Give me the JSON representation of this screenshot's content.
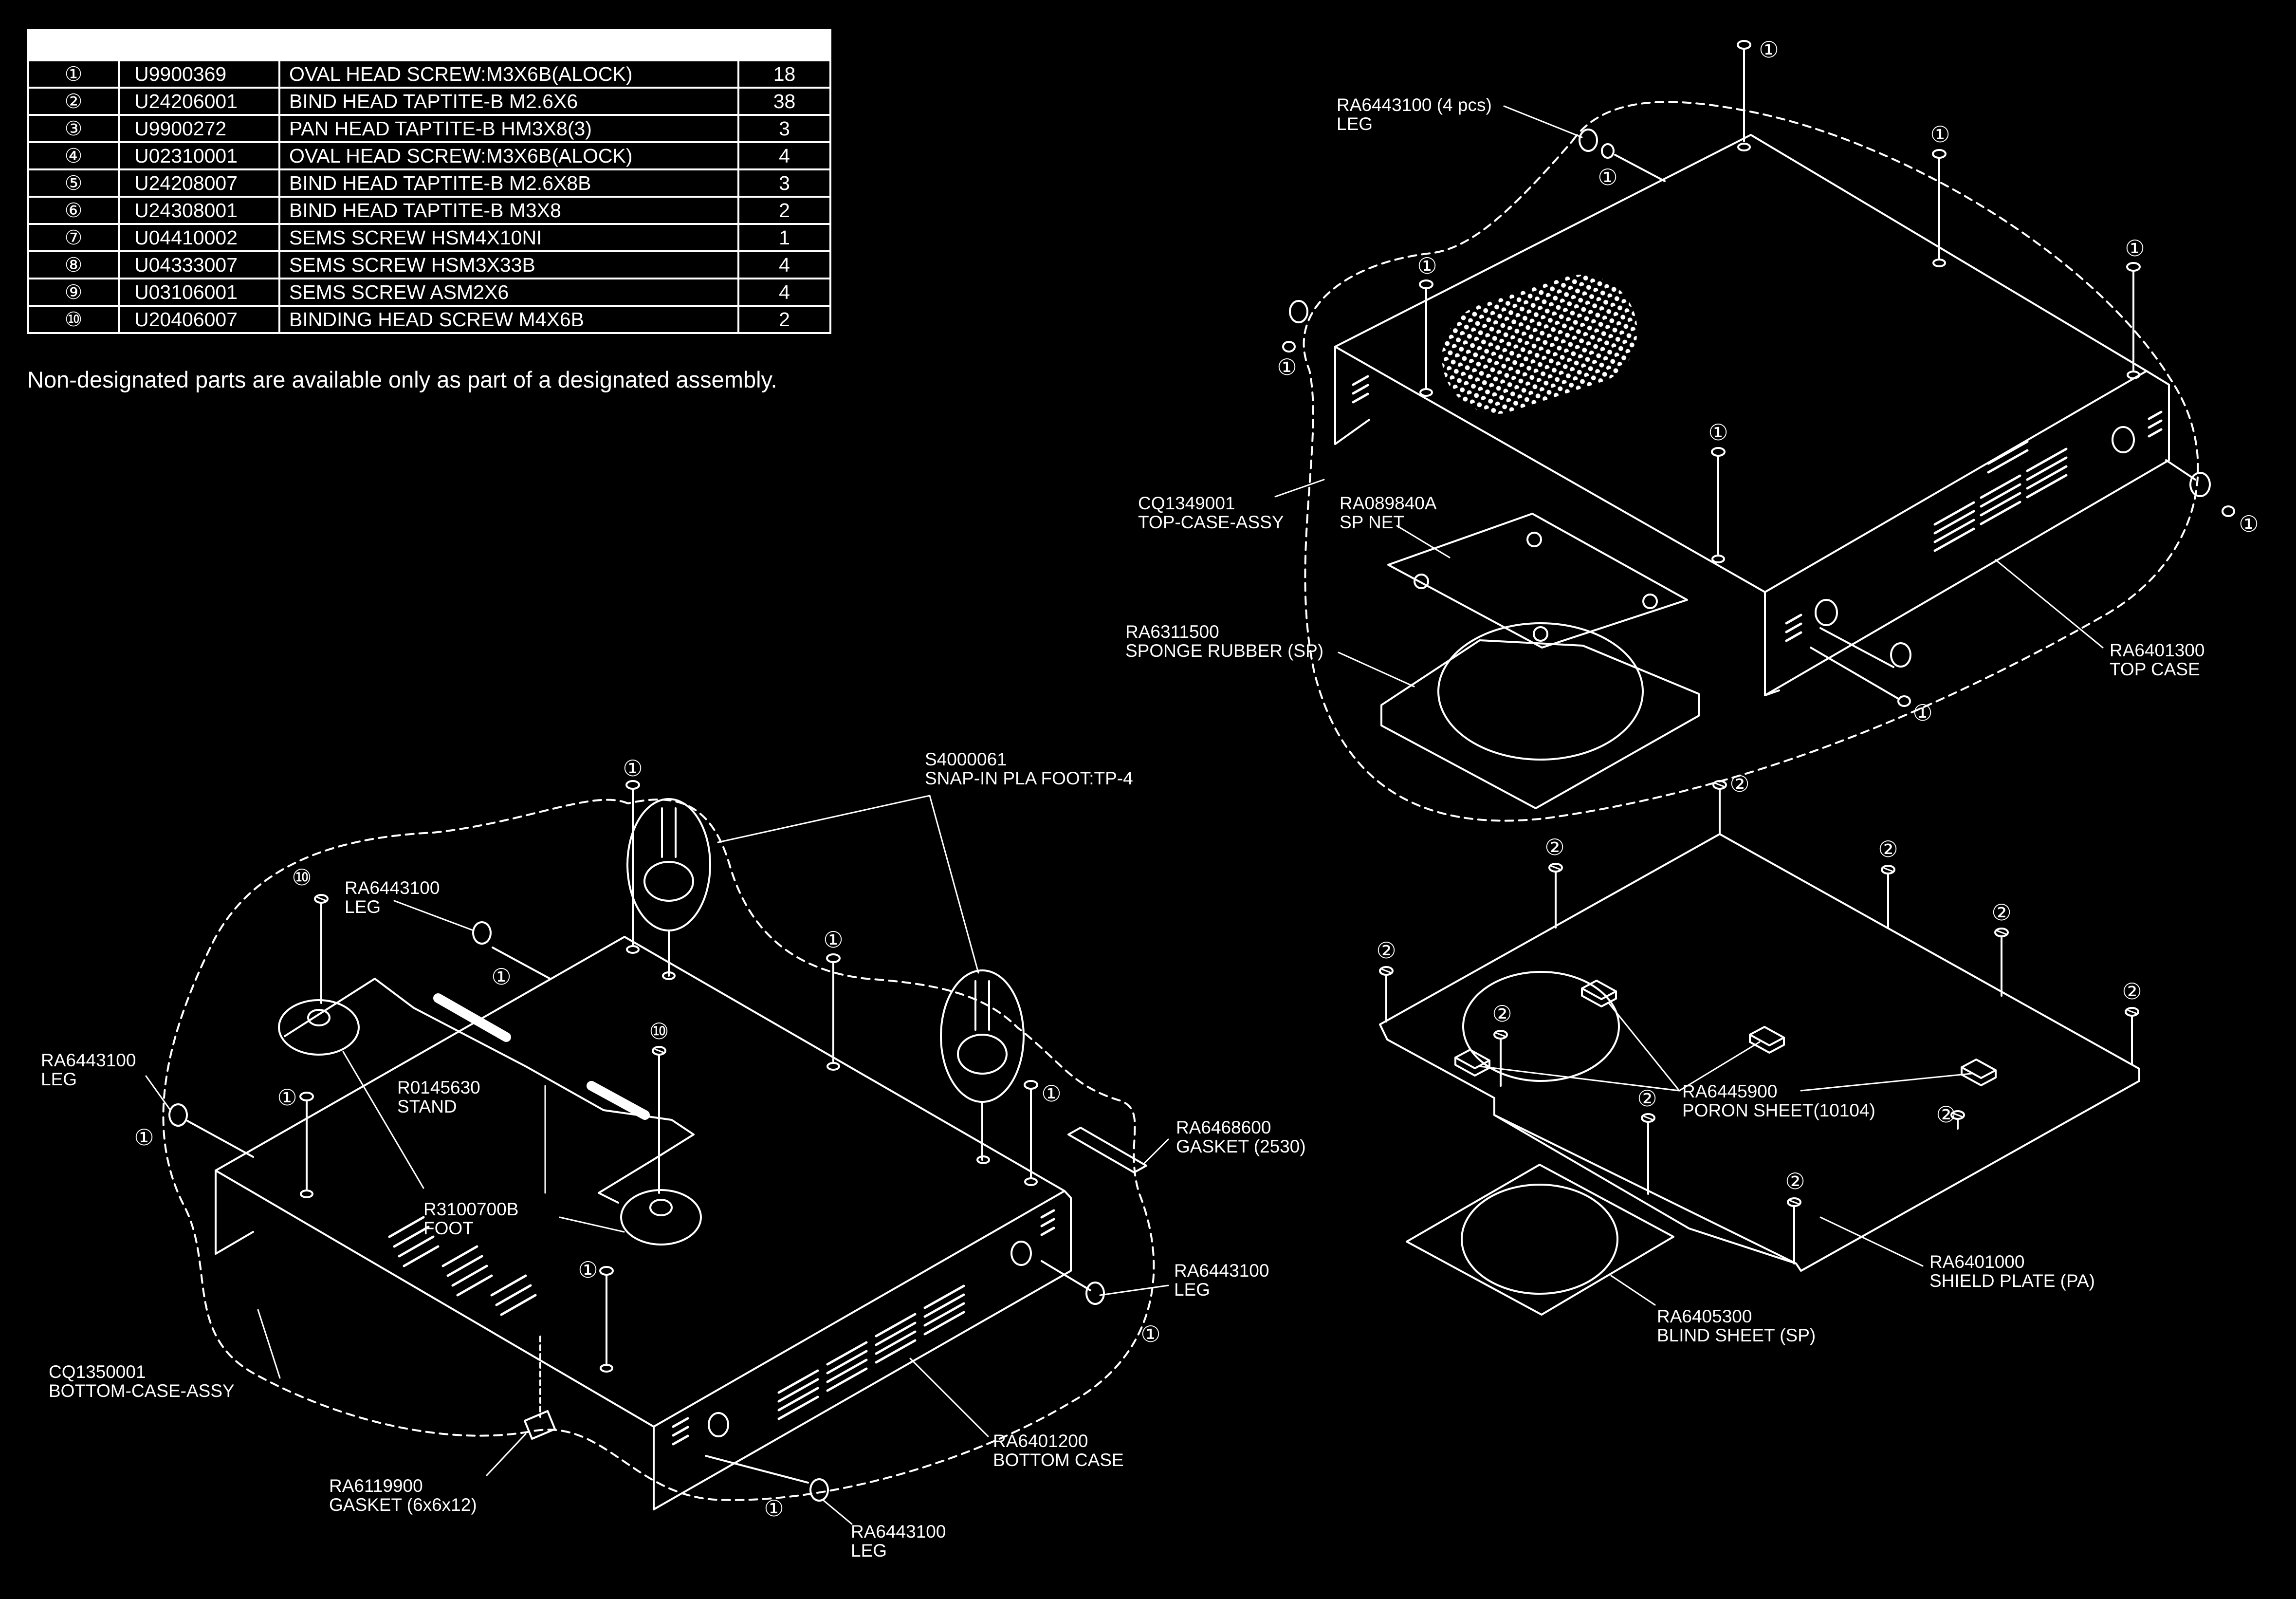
{
  "parts_table": {
    "rows": [
      {
        "no": "①",
        "code": "U9900369",
        "desc": "OVAL HEAD SCREW:M3X6B(ALOCK)",
        "qty": "18"
      },
      {
        "no": "②",
        "code": "U24206001",
        "desc": "BIND HEAD TAPTITE-B M2.6X6",
        "qty": "38"
      },
      {
        "no": "③",
        "code": "U9900272",
        "desc": "PAN HEAD TAPTITE-B HM3X8(3)",
        "qty": "3"
      },
      {
        "no": "④",
        "code": "U02310001",
        "desc": "OVAL HEAD SCREW:M3X6B(ALOCK)",
        "qty": "4"
      },
      {
        "no": "⑤",
        "code": "U24208007",
        "desc": "BIND HEAD TAPTITE-B M2.6X8B",
        "qty": "3"
      },
      {
        "no": "⑥",
        "code": "U24308001",
        "desc": "BIND HEAD TAPTITE-B M3X8",
        "qty": "2"
      },
      {
        "no": "⑦",
        "code": "U04410002",
        "desc": "SEMS SCREW HSM4X10NI",
        "qty": "1"
      },
      {
        "no": "⑧",
        "code": "U04333007",
        "desc": "SEMS SCREW HSM3X33B",
        "qty": "4"
      },
      {
        "no": "⑨",
        "code": "U03106001",
        "desc": "SEMS SCREW ASM2X6",
        "qty": "4"
      },
      {
        "no": "⑩",
        "code": "U20406007",
        "desc": "BINDING HEAD SCREW M4X6B",
        "qty": "2"
      }
    ]
  },
  "note": "Non-designated parts are available only as part of a designated assembly.",
  "labels": {
    "leg_4pcs": {
      "code": "RA6443100 (4 pcs)",
      "name": "LEG"
    },
    "top_case_assy": {
      "code": "CQ1349001",
      "name": "TOP-CASE-ASSY"
    },
    "sp_net": {
      "code": "RA089840A",
      "name": "SP NET"
    },
    "sponge_rubber": {
      "code": "RA6311500",
      "name": "SPONGE RUBBER (SP)"
    },
    "top_case": {
      "code": "RA6401300",
      "name": "TOP CASE"
    },
    "snap_in_foot": {
      "code": "S4000061",
      "name": "SNAP-IN PLA FOOT:TP-4"
    },
    "leg_top_left": {
      "code": "RA6443100",
      "name": "LEG"
    },
    "leg_left": {
      "code": "RA6443100",
      "name": "LEG"
    },
    "stand": {
      "code": "R0145630",
      "name": "STAND"
    },
    "foot": {
      "code": "R3100700B",
      "name": "FOOT"
    },
    "gasket_2530": {
      "code": "RA6468600",
      "name": "GASKET (2530)"
    },
    "leg_right": {
      "code": "RA6443100",
      "name": "LEG"
    },
    "bottom_case_assy": {
      "code": "CQ1350001",
      "name": "BOTTOM-CASE-ASSY"
    },
    "bottom_case": {
      "code": "RA6401200",
      "name": "BOTTOM CASE"
    },
    "gasket_6x6x12": {
      "code": "RA6119900",
      "name": "GASKET (6x6x12)"
    },
    "leg_bottom": {
      "code": "RA6443100",
      "name": "LEG"
    },
    "poron_sheet": {
      "code": "RA6445900",
      "name": "PORON SHEET(10104)"
    },
    "shield_plate": {
      "code": "RA6401000",
      "name": "SHIELD PLATE (PA)"
    },
    "blind_sheet": {
      "code": "RA6405300",
      "name": "BLIND SHEET (SP)"
    }
  },
  "callouts": {
    "c1": "①",
    "c2": "②",
    "c10": "⑩"
  },
  "colors": {
    "background": "#000000",
    "line": "#ffffff"
  }
}
